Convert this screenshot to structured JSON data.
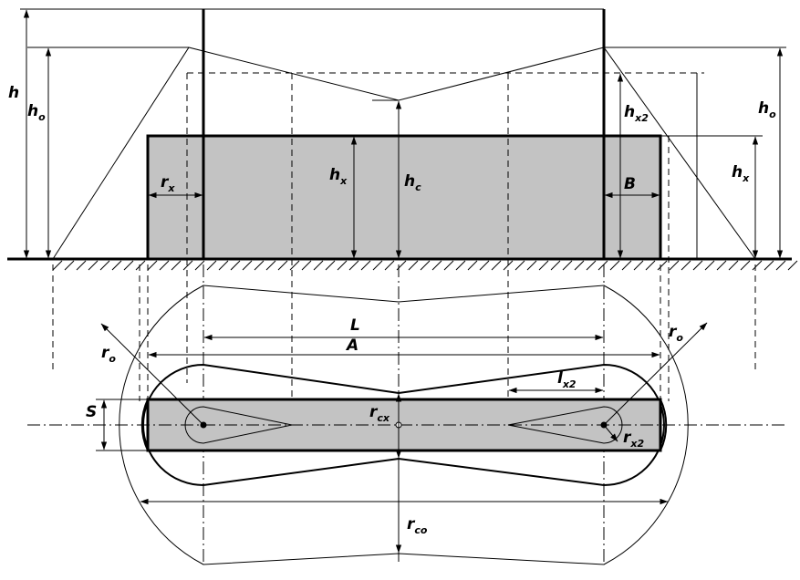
{
  "labels": {
    "h": {
      "main": "h",
      "sub": ""
    },
    "ho_left": {
      "main": "h",
      "sub": "o"
    },
    "ho_right": {
      "main": "h",
      "sub": "o"
    },
    "hx_left": {
      "main": "h",
      "sub": "x"
    },
    "hx_right": {
      "main": "h",
      "sub": "x"
    },
    "hc": {
      "main": "h",
      "sub": "c"
    },
    "hx2": {
      "main": "h",
      "sub": "x2"
    },
    "rx": {
      "main": "r",
      "sub": "x"
    },
    "B": {
      "main": "B",
      "sub": ""
    },
    "L": {
      "main": "L",
      "sub": ""
    },
    "A": {
      "main": "A",
      "sub": ""
    },
    "ro_left": {
      "main": "r",
      "sub": "o"
    },
    "ro_right": {
      "main": "r",
      "sub": "o"
    },
    "S": {
      "main": "S",
      "sub": ""
    },
    "rcx": {
      "main": "r",
      "sub": "cx"
    },
    "lx2": {
      "main": "l",
      "sub": "x2"
    },
    "rx2": {
      "main": "r",
      "sub": "x2"
    },
    "rco": {
      "main": "r",
      "sub": "co"
    }
  },
  "colors": {
    "building_fill": "#c3c3c3",
    "line": "#000000",
    "background": "#ffffff"
  }
}
